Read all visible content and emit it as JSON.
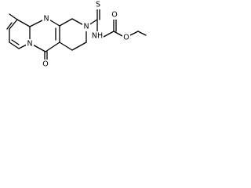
{
  "molecule": {
    "atoms": {
      "n_ring1": "N",
      "n_ring2": "N",
      "n_piperidine": "N",
      "o_ketone": "O",
      "s_thio": "S",
      "nh_amide": "NH",
      "o_carbonyl": "O",
      "o_ester": "O"
    }
  }
}
